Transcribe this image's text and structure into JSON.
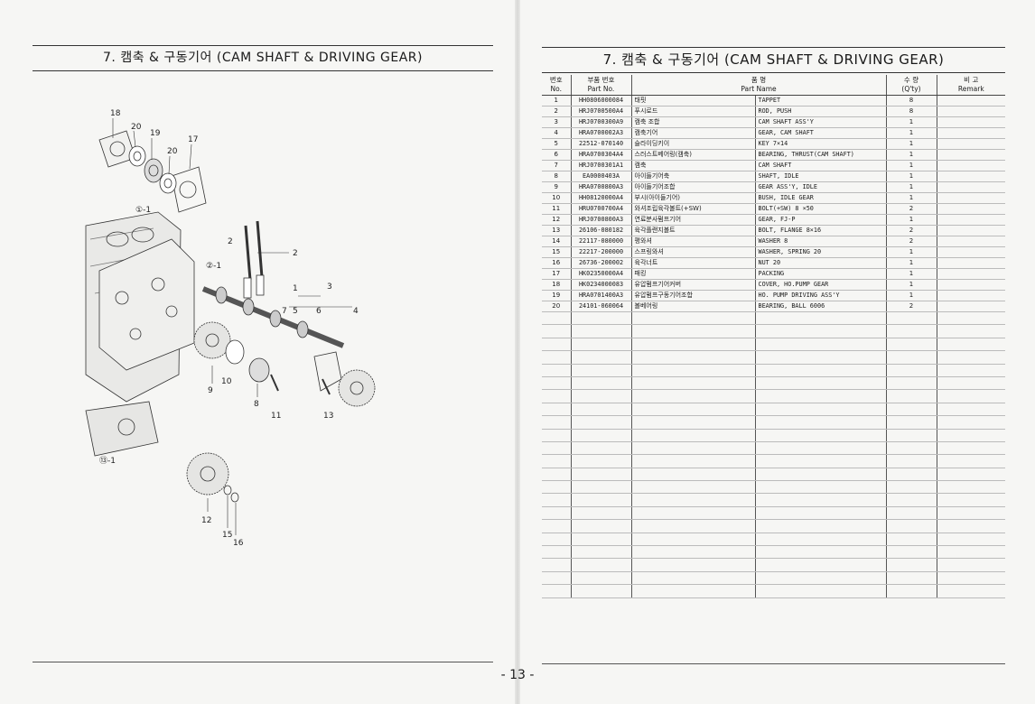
{
  "left_page": {
    "title": "7. 캠축 & 구동기어 (CAM SHAFT & DRIVING GEAR)",
    "diagram_labels": [
      "18",
      "20",
      "19",
      "20",
      "17",
      "①-1",
      "2",
      "2",
      "②-1",
      "1",
      "3",
      "7",
      "5",
      "6",
      "4",
      "9",
      "10",
      "8",
      "11",
      "13",
      "⑬-1",
      "12",
      "15",
      "16"
    ]
  },
  "right_page": {
    "title": "7. 캠축 & 구동기어 (CAM SHAFT & DRIVING GEAR)",
    "header": {
      "no_kr": "번호",
      "no_en": "No.",
      "pn_kr": "부품 번호",
      "pn_en": "Part No.",
      "name_kr": "품 명",
      "name_en": "Part Name",
      "qty_kr": "수 량",
      "qty_en": "(Q'ty)",
      "rm_kr": "비 고",
      "rm_en": "Remark"
    },
    "rows": [
      {
        "no": "1",
        "part_no": "HH0806000084",
        "name_kr": "태핏",
        "name_en": "TAPPET",
        "qty": "8"
      },
      {
        "no": "2",
        "part_no": "HRJ0700500A4",
        "name_kr": "푸시로드",
        "name_en": "ROD, PUSH",
        "qty": "8"
      },
      {
        "no": "3",
        "part_no": "HRJ0700300A9",
        "name_kr": "캠축 조합",
        "name_en": "CAM SHAFT ASS'Y",
        "qty": "1"
      },
      {
        "no": "4",
        "part_no": "HRA0700002A3",
        "name_kr": "캠축기어",
        "name_en": "GEAR, CAM SHAFT",
        "qty": "1"
      },
      {
        "no": "5",
        "part_no": "22512-070140",
        "name_kr": "슬라이딩키이",
        "name_en": "KEY 7×14",
        "qty": "1"
      },
      {
        "no": "6",
        "part_no": "HRA0700304A4",
        "name_kr": "스러스트베어링(캠축)",
        "name_en": "BEARING, THRUST(CAM SHAFT)",
        "qty": "1"
      },
      {
        "no": "7",
        "part_no": "HRJ0700301A1",
        "name_kr": "캠축",
        "name_en": "CAM SHAFT",
        "qty": "1"
      },
      {
        "no": "8",
        "part_no": "EA0000403A",
        "name_kr": "아이들기어축",
        "name_en": "SHAFT, IDLE",
        "qty": "1"
      },
      {
        "no": "9",
        "part_no": "HRA0700800A3",
        "name_kr": "아이들기어조합",
        "name_en": "GEAR ASS'Y, IDLE",
        "qty": "1"
      },
      {
        "no": "10",
        "part_no": "HH08120000A4",
        "name_kr": "부시(아이들기어)",
        "name_en": "BUSH, IDLE GEAR",
        "qty": "1"
      },
      {
        "no": "11",
        "part_no": "HRU0700700A4",
        "name_kr": "와셔조립육각볼트(+SW)",
        "name_en": "BOLT(+SW) 8 ×50",
        "qty": "2"
      },
      {
        "no": "12",
        "part_no": "HRJ0700800A3",
        "name_kr": "연료분사펌프기어",
        "name_en": "GEAR, FJ-P",
        "qty": "1"
      },
      {
        "no": "13",
        "part_no": "26106-080182",
        "name_kr": "육각플랜지볼트",
        "name_en": "BOLT, FLANGE 8×16",
        "qty": "2"
      },
      {
        "no": "14",
        "part_no": "22117-080000",
        "name_kr": "평와셔",
        "name_en": "WASHER 8",
        "qty": "2"
      },
      {
        "no": "15",
        "part_no": "22217-200000",
        "name_kr": "스프링와셔",
        "name_en": "WASHER, SPRING 20",
        "qty": "1"
      },
      {
        "no": "16",
        "part_no": "26736-200002",
        "name_kr": "육각너트",
        "name_en": "NUT 20",
        "qty": "1"
      },
      {
        "no": "17",
        "part_no": "HK02350000A4",
        "name_kr": "패킹",
        "name_en": "PACKING",
        "qty": "1"
      },
      {
        "no": "18",
        "part_no": "HK0234000083",
        "name_kr": "유압펌프기어커버",
        "name_en": "COVER, HO.PUMP GEAR",
        "qty": "1"
      },
      {
        "no": "19",
        "part_no": "HRA0701400A3",
        "name_kr": "유압펌프구동기어조합",
        "name_en": "HO. PUMP DRIVING ASS'Y",
        "qty": "1"
      },
      {
        "no": "20",
        "part_no": "24101-060064",
        "name_kr": "볼베어링",
        "name_en": "BEARING, BALL 6006",
        "qty": "2"
      }
    ]
  },
  "page_number": "- 13 -"
}
